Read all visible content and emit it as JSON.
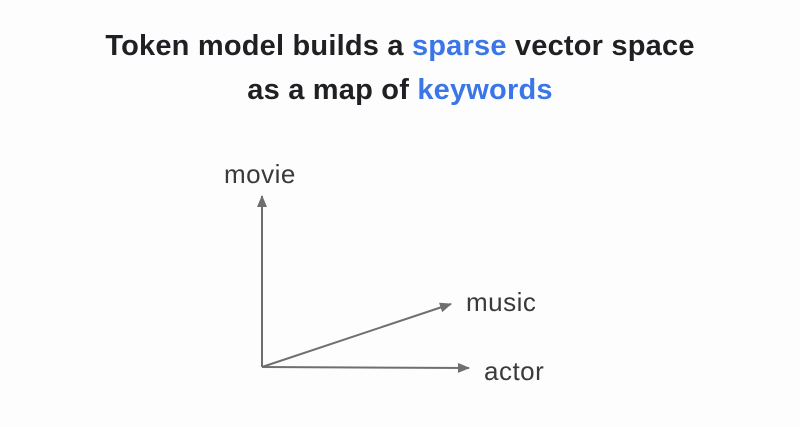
{
  "title": {
    "line1_pre": "Token model builds a ",
    "line1_highlight": "sparse",
    "line1_post": " vector space",
    "line2_pre": "as a map of ",
    "line2_highlight": "keywords"
  },
  "diagram": {
    "vertical_axis_label": "movie",
    "diagonal_axis_label": "music",
    "horizontal_axis_label": "actor"
  },
  "colors": {
    "highlight_blue": "#3b76e8",
    "title_text": "#1f2023",
    "axis_label_text": "#3a3a3a",
    "arrow_gray": "#6f6f6f",
    "background": "#fdfdfd"
  }
}
